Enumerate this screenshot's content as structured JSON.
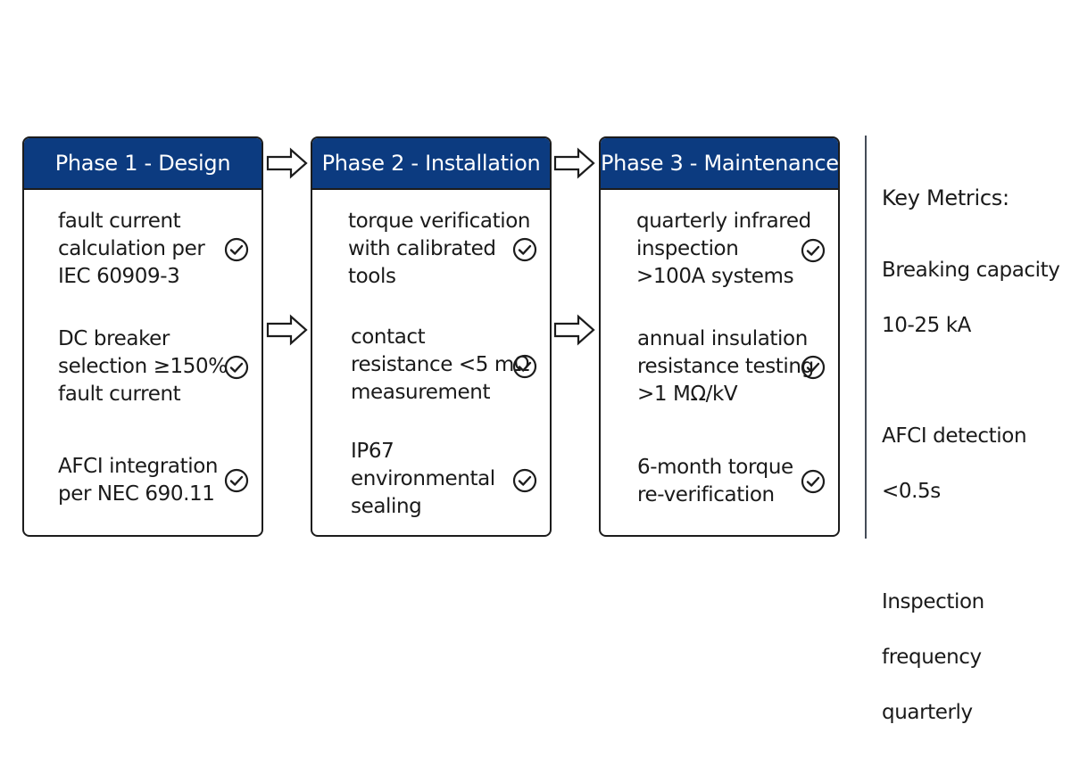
{
  "phases": [
    {
      "title": "Phase 1 - Design",
      "items": [
        {
          "line1": "fault current",
          "line2": "calculation per",
          "line3": "IEC 60909-3"
        },
        {
          "line1": "DC breaker",
          "line2": "selection ≥150%",
          "line3": "fault current"
        },
        {
          "line1": "AFCI integration",
          "line2": "per NEC 690.11",
          "line3": ""
        }
      ]
    },
    {
      "title": "Phase 2 - Installation",
      "items": [
        {
          "line1": "torque verification",
          "line2": "with calibrated",
          "line3": "tools"
        },
        {
          "line1": "contact",
          "line2": "resistance <5 mΩ",
          "line3": "measurement"
        },
        {
          "line1": "IP67",
          "line2": "environmental",
          "line3": "sealing"
        }
      ]
    },
    {
      "title": "Phase 3 - Maintenance",
      "items": [
        {
          "line1": "quarterly infrared",
          "line2": "inspection",
          "line3": ">100A systems"
        },
        {
          "line1": "annual insulation",
          "line2": "resistance testing",
          "line3": ">1 MΩ/kV"
        },
        {
          "line1": "6-month torque",
          "line2": "re-verification",
          "line3": ""
        }
      ]
    }
  ],
  "key_metrics": {
    "title": "Key Metrics:",
    "breaking_capacity": {
      "line1": "Breaking capacity",
      "line2": "10-25 kA"
    },
    "afci_detection": {
      "line1": "AFCI detection",
      "line2": "<0.5s"
    },
    "inspection_frequency": {
      "line1": "Inspection",
      "line2": "frequency",
      "line3": "quarterly"
    }
  },
  "colors": {
    "header_blue": "#0c3b80",
    "border": "#1c1c1c",
    "divider": "#444c58"
  },
  "icons": {
    "check": "check-circle-icon",
    "arrow": "right-arrow-icon"
  }
}
